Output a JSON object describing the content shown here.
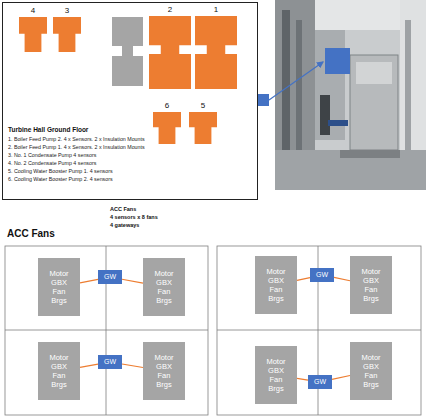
{
  "diagram": {
    "nodes": [
      {
        "text": [
          "Turbine Hall Ground Floor",
          "1. Boiler Feed Pump 2. 4 x Sensors. 2 x Insulation Mounts",
          "2. Boiler Feed Pump 1. 4 x Sensors. 2 x Insulation Mounts",
          "3. No. 1 Condensate Pump 4 sensors",
          "4. No. 2 Condensate Pump 4 sensors",
          "5. Cooling Water Booster Pump 1. 4 sensors",
          "6. Cooling Water Booster Pump 2. 4 sensors"
        ]
      },
      {
        "text": [
          "4"
        ],
        "in": 0
      },
      {
        "text": [
          "3"
        ],
        "in": 0
      },
      {
        "text": [
          "2"
        ],
        "in": 0
      },
      {
        "text": [
          "1"
        ],
        "in": 0
      },
      {
        "text": [
          "6"
        ],
        "in": 0
      },
      {
        "text": [
          "5"
        ],
        "in": 0
      },
      {
        "text": [
          "Motor GBX Fan Brgs"
        ]
      },
      {
        "text": [
          "GW"
        ]
      },
      {
        "text": [
          "Motor GBX Fan Brgs"
        ]
      },
      {
        "text": [
          "Motor GBX Fan Brgs"
        ]
      },
      {
        "text": [
          "GW"
        ]
      },
      {
        "text": [
          "Motor GBX Fan Brgs"
        ]
      },
      {
        "text": [
          "Motor GBX Fan Brgs"
        ]
      },
      {
        "text": [
          "GW"
        ]
      },
      {
        "text": [
          "Motor GBX Fan Brgs"
        ]
      },
      {
        "text": [
          "Motor GBX Fan Brgs"
        ]
      },
      {
        "text": [
          "GW"
        ]
      },
      {
        "text": [
          "Motor GBX Fan Brgs"
        ]
      }
    ],
    "edges": [
      {
        "from": 7,
        "to": 8,
        "arrow": "none"
      },
      {
        "from": 9,
        "to": 8,
        "arrow": "none"
      },
      {
        "from": 10,
        "to": 11,
        "arrow": "none"
      },
      {
        "from": 12,
        "to": 11,
        "arrow": "none"
      },
      {
        "from": 13,
        "to": 14,
        "arrow": "none"
      },
      {
        "from": 15,
        "to": 14,
        "arrow": "none"
      },
      {
        "from": 16,
        "to": 17,
        "arrow": "none"
      },
      {
        "from": 18,
        "to": 17,
        "arrow": "none"
      }
    ],
    "labels": [
      "ACC Fans",
      "ACC Fans",
      "4 sensors x 8 fans",
      "4 gateways"
    ]
  }
}
